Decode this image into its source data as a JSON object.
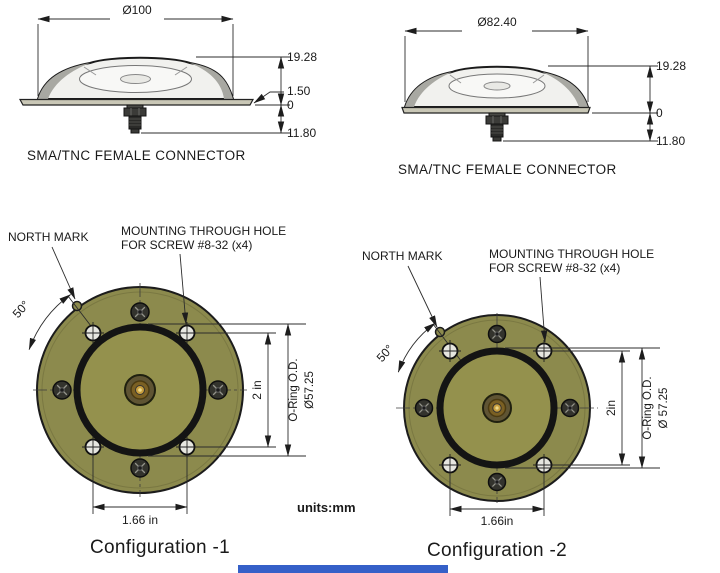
{
  "page": {
    "units_label": "units:mm"
  },
  "side_view_1": {
    "diameter": "Ø100",
    "dim_top": "19.28",
    "dim_plate": "1.50",
    "dim_zero": "0",
    "dim_bottom": "11.80",
    "connector_label": "SMA/TNC FEMALE CONNECTOR"
  },
  "side_view_2": {
    "diameter": "Ø82.40",
    "dim_top": "19.28",
    "dim_zero": "0",
    "dim_bottom": "11.80",
    "connector_label": "SMA/TNC FEMALE CONNECTOR"
  },
  "config_1": {
    "title": "Configuration -1",
    "north_mark": "NORTH MARK",
    "mounting_line1": "MOUNTING THROUGH HOLE",
    "mounting_line2": "FOR SCREW #8-32 (x4)",
    "angle": "50°",
    "vertical_pitch": "2 in",
    "oring_label": "O-Ring O.D.",
    "oring_diameter": "Ø57.25",
    "horizontal_pitch": "1.66 in"
  },
  "config_2": {
    "title": "Configuration -2",
    "north_mark": "NORTH MARK",
    "mounting_line1": "MOUNTING THROUGH HOLE",
    "mounting_line2": "FOR SCREW #8-32 (x4)",
    "angle": "50°",
    "vertical_pitch": "2in",
    "oring_label": "O-Ring O.D.",
    "oring_diameter": "Ø 57.25",
    "horizontal_pitch": "1.66in"
  },
  "colors": {
    "disc_olive": "#8c8a4d",
    "inner_olive": "#94914d",
    "oring_black": "#141414",
    "artifact_blue": "#3560c8"
  }
}
